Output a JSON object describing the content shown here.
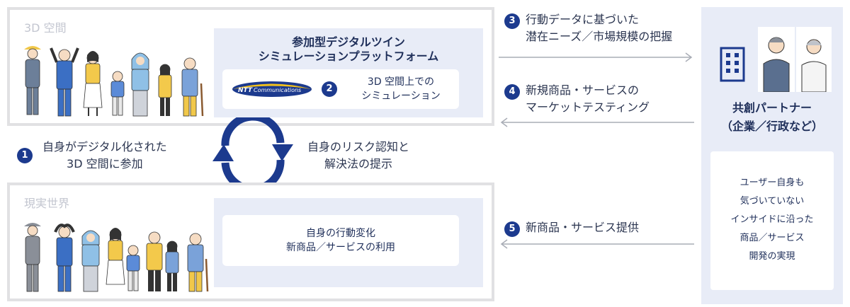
{
  "top_panel": {
    "title": "3D 空間"
  },
  "simulation": {
    "title_line1": "参加型デジタルツイン",
    "title_line2": "シミュレーションプラットフォーム",
    "logo_text": "Communications",
    "step_number": "2",
    "card_line1": "3D 空間上での",
    "card_line2": "シミュレーション"
  },
  "bottom_panel": {
    "title": "現実世界",
    "card_line1": "自身の行動変化",
    "card_line2": "新商品／サービスの利用"
  },
  "cycle": {
    "left_number": "1",
    "left_line1": "自身がデジタル化された",
    "left_line2": "3D 空間に参加",
    "right_line1": "自身のリスク認知と",
    "right_line2": "解決法の提示"
  },
  "steps": [
    {
      "number": "3",
      "line1": "行動データに基づいた",
      "line2": "潜在ニーズ／市場規模の把握"
    },
    {
      "number": "4",
      "line1": "新規商品・サービスの",
      "line2": "マーケットテスティング"
    },
    {
      "number": "5",
      "line1": "新商品・サービス提供",
      "line2": ""
    }
  ],
  "partner": {
    "title_line1": "共創パートナー",
    "title_line2": "（企業／行政など）",
    "card_lines": [
      "ユーザー自身も",
      "気づいていない",
      "インサイドに沿った",
      "商品／サービス",
      "開発の実現"
    ]
  },
  "colors": {
    "accent": "#1c3a8e",
    "panel_border": "#e1e1e3",
    "sim_bg": "#e8ecf7",
    "arrow": "#a9adb6"
  }
}
